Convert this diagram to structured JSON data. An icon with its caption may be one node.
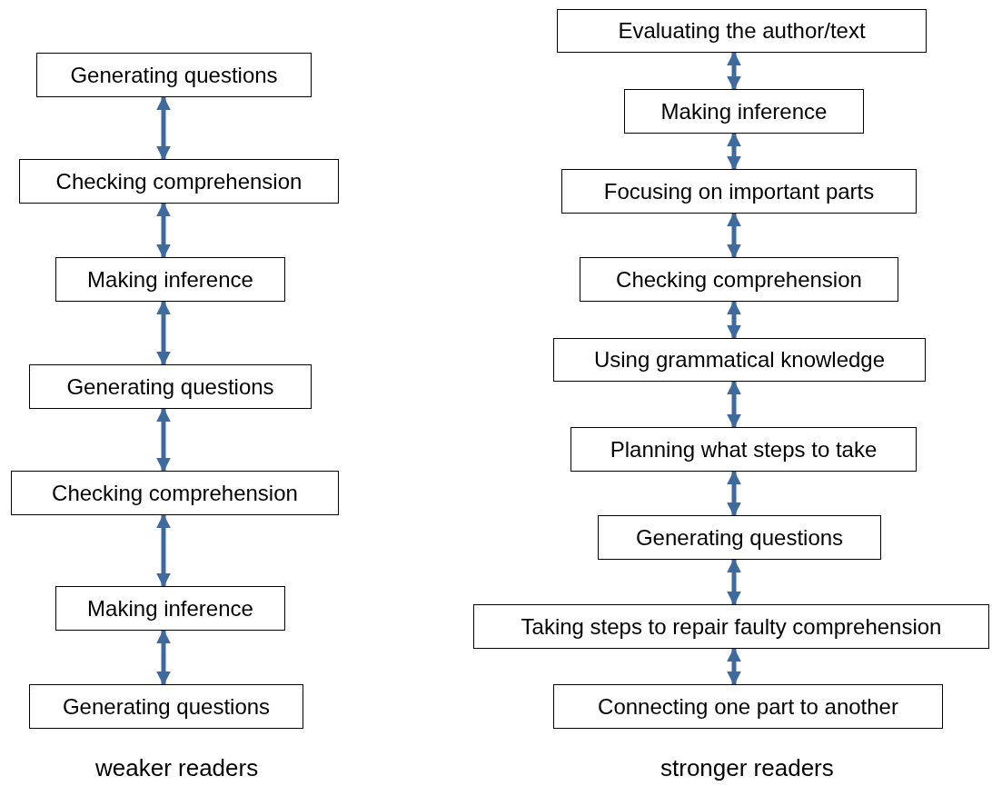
{
  "diagram": {
    "nodes": [
      {
        "text": [
          "Generating questions"
        ]
      },
      {
        "text": [
          "Checking comprehension"
        ]
      },
      {
        "text": [
          "Making inference"
        ]
      },
      {
        "text": [
          "Generating questions"
        ]
      },
      {
        "text": [
          "Checking comprehension"
        ]
      },
      {
        "text": [
          "Making inference"
        ]
      },
      {
        "text": [
          "Generating questions"
        ]
      },
      {
        "text": [
          "Evaluating the author/text"
        ]
      },
      {
        "text": [
          "Making inference"
        ]
      },
      {
        "text": [
          "Focusing on important parts"
        ]
      },
      {
        "text": [
          "Checking comprehension"
        ]
      },
      {
        "text": [
          "Using grammatical knowledge"
        ]
      },
      {
        "text": [
          "Planning what steps to take"
        ]
      },
      {
        "text": [
          "Generating questions"
        ]
      },
      {
        "text": [
          "Taking steps to repair faulty comprehension"
        ]
      },
      {
        "text": [
          "Connecting one part to another"
        ]
      }
    ],
    "edges": [
      {
        "from": 0,
        "to": 1,
        "arrow": "both"
      },
      {
        "from": 1,
        "to": 2,
        "arrow": "both"
      },
      {
        "from": 2,
        "to": 3,
        "arrow": "both"
      },
      {
        "from": 3,
        "to": 4,
        "arrow": "both"
      },
      {
        "from": 4,
        "to": 5,
        "arrow": "both"
      },
      {
        "from": 5,
        "to": 6,
        "arrow": "both"
      },
      {
        "from": 7,
        "to": 8,
        "arrow": "both"
      },
      {
        "from": 8,
        "to": 9,
        "arrow": "both"
      },
      {
        "from": 9,
        "to": 10,
        "arrow": "both"
      },
      {
        "from": 10,
        "to": 11,
        "arrow": "both"
      },
      {
        "from": 11,
        "to": 12,
        "arrow": "both"
      },
      {
        "from": 12,
        "to": 13,
        "arrow": "both"
      },
      {
        "from": 13,
        "to": 14,
        "arrow": "both"
      },
      {
        "from": 14,
        "to": 15,
        "arrow": "both"
      }
    ],
    "labels": [
      "weaker readers",
      "stronger readers"
    ]
  }
}
